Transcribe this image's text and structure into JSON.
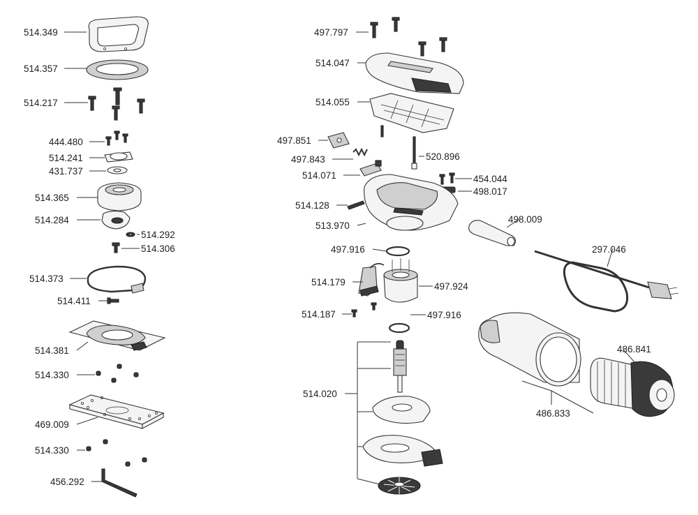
{
  "diagram": {
    "parts": [
      {
        "id": "514.349"
      },
      {
        "id": "514.357"
      },
      {
        "id": "514.217"
      },
      {
        "id": "444.480"
      },
      {
        "id": "514.241"
      },
      {
        "id": "431.737"
      },
      {
        "id": "514.365"
      },
      {
        "id": "514.284"
      },
      {
        "id": "514.292"
      },
      {
        "id": "514.306"
      },
      {
        "id": "514.373"
      },
      {
        "id": "514.411"
      },
      {
        "id": "514.381"
      },
      {
        "id": "514.330"
      },
      {
        "id": "469.009"
      },
      {
        "id": "514.330"
      },
      {
        "id": "456.292"
      },
      {
        "id": "497.797"
      },
      {
        "id": "514.047"
      },
      {
        "id": "514.055"
      },
      {
        "id": "497.851"
      },
      {
        "id": "497.843"
      },
      {
        "id": "520.896"
      },
      {
        "id": "514.071"
      },
      {
        "id": "454.044"
      },
      {
        "id": "498.017"
      },
      {
        "id": "514.128"
      },
      {
        "id": "513.970"
      },
      {
        "id": "498.009"
      },
      {
        "id": "497.916"
      },
      {
        "id": "297.046"
      },
      {
        "id": "514.179"
      },
      {
        "id": "497.924"
      },
      {
        "id": "514.187"
      },
      {
        "id": "497.916"
      },
      {
        "id": "486.841"
      },
      {
        "id": "514.020"
      },
      {
        "id": "486.833"
      }
    ]
  }
}
